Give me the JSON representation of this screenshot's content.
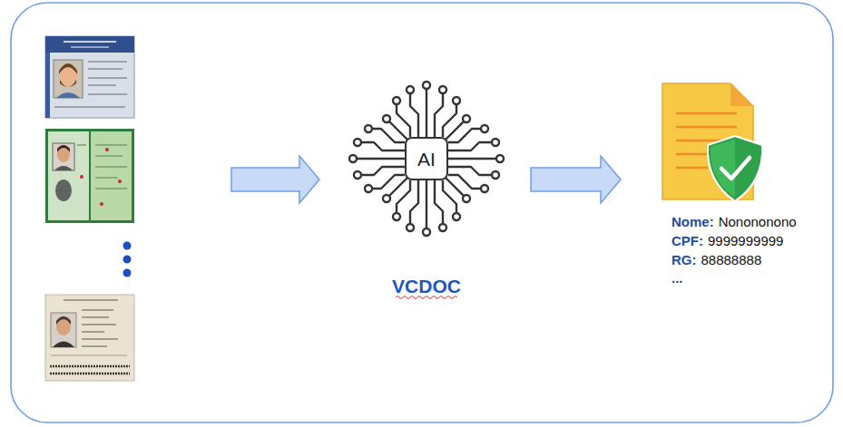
{
  "diagram": {
    "nodes": [
      {
        "text": [
          "AI",
          "VCDOC"
        ]
      }
    ],
    "labels": [
      "Nome:",
      "Nonononono",
      "CPF:",
      "9999999999",
      "RG:",
      "88888888",
      "..."
    ]
  }
}
